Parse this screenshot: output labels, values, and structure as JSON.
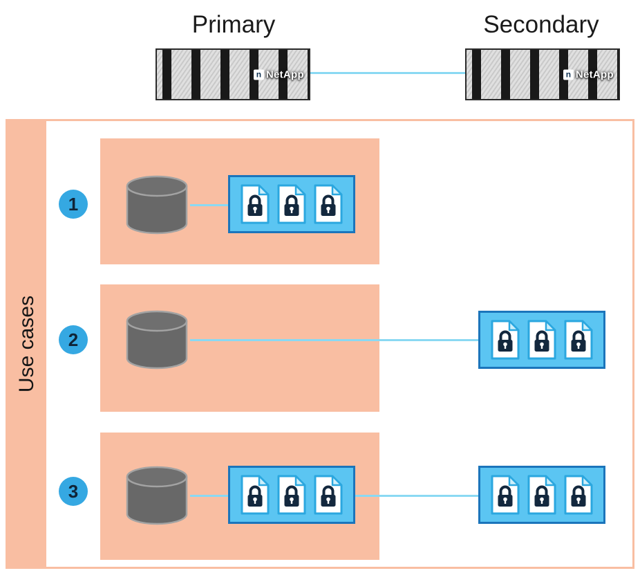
{
  "header": {
    "primary_label": "Primary",
    "secondary_label": "Secondary"
  },
  "shelf": {
    "netapp_logo_mark": "n",
    "netapp_logo_text": "NetApp"
  },
  "sidebar": {
    "label": "Use cases"
  },
  "use_cases": [
    {
      "number": "1"
    },
    {
      "number": "2"
    },
    {
      "number": "3"
    }
  ],
  "file_group": {
    "files_per_group": 3
  },
  "colors": {
    "salmon": "#F9BEA2",
    "accent_blue": "#35A8E2",
    "connector_blue": "#8AD9F3",
    "group_fill": "#5BC5F2",
    "group_border": "#1B75BB",
    "cylinder_gray": "#686868",
    "padlock_dark": "#13283E",
    "shelf_gray": "#D9D9D9"
  }
}
